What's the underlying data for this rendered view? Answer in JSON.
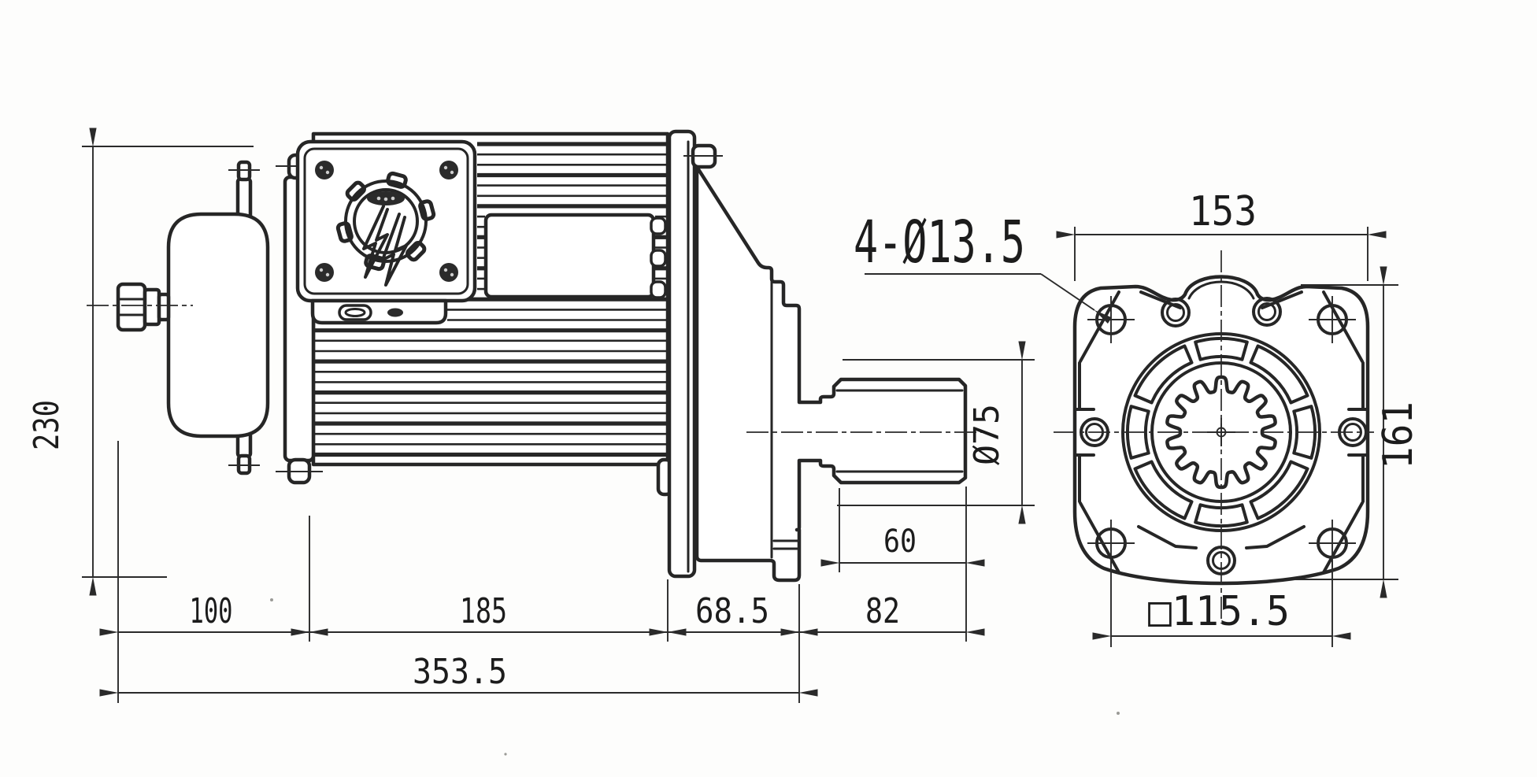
{
  "side_view": {
    "height": "230",
    "seg_rear": "100",
    "seg_body": "185",
    "seg_gearbox": "68.5",
    "seg_shaft": "82",
    "total_length": "353.5",
    "shaft_length": "60",
    "shaft_diameter": "Ø75",
    "flange_holes_note": "4-Ø13.5"
  },
  "flange_view": {
    "width": "153",
    "height": "161",
    "bolt_square": "□115.5",
    "spline_teeth": 14,
    "bolt_hole_count": 4
  }
}
